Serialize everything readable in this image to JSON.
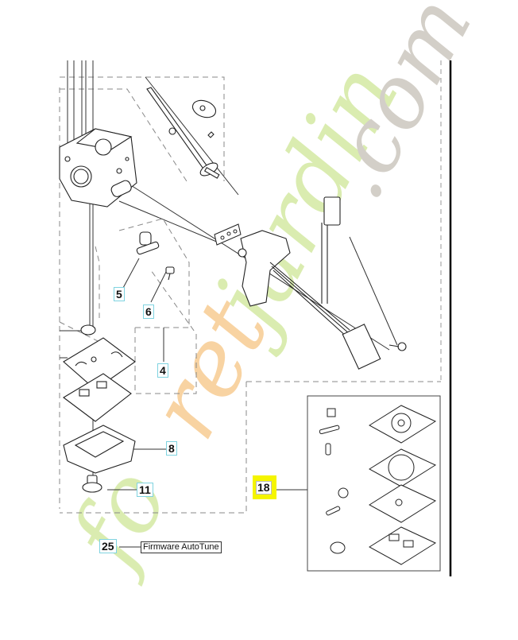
{
  "diagram": {
    "type": "exploded parts diagram (carburettor)",
    "watermark": {
      "text_part1": "foretjardin",
      "text_part2": ".com",
      "colors": {
        "green": "#cfe6a0",
        "orange": "#f7c98f",
        "gray": "#cbc6bd"
      }
    },
    "callouts": [
      {
        "id": "5",
        "label": "5"
      },
      {
        "id": "6",
        "label": "6"
      },
      {
        "id": "4",
        "label": "4"
      },
      {
        "id": "8",
        "label": "8"
      },
      {
        "id": "11",
        "label": "11"
      },
      {
        "id": "18",
        "label": "18",
        "highlight": "#f5f500"
      },
      {
        "id": "25",
        "label": "25",
        "note": "Firmware AutoTune"
      }
    ],
    "colors": {
      "callout_border": "#7fd3e0",
      "line": "#333333",
      "dash": "#888888"
    }
  }
}
